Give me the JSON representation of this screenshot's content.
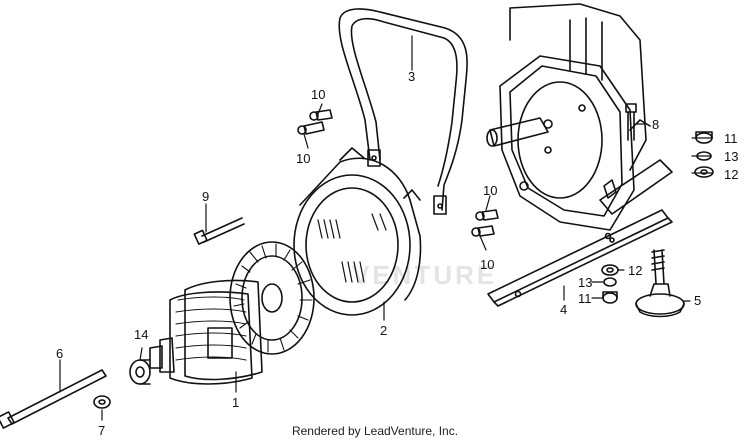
{
  "callouts": {
    "c1": "1",
    "c2": "2",
    "c3": "3",
    "c4": "4",
    "c5": "5",
    "c6": "6",
    "c7": "7",
    "c8": "8",
    "c9": "9",
    "c10a": "10",
    "c10b": "10",
    "c10c": "10",
    "c10d": "10",
    "c11a": "11",
    "c11b": "11",
    "c12a": "12",
    "c12b": "12",
    "c13a": "13",
    "c13b": "13",
    "c14": "14"
  },
  "watermark": "VENTURE",
  "footer": "Rendered by LeadVenture, Inc."
}
